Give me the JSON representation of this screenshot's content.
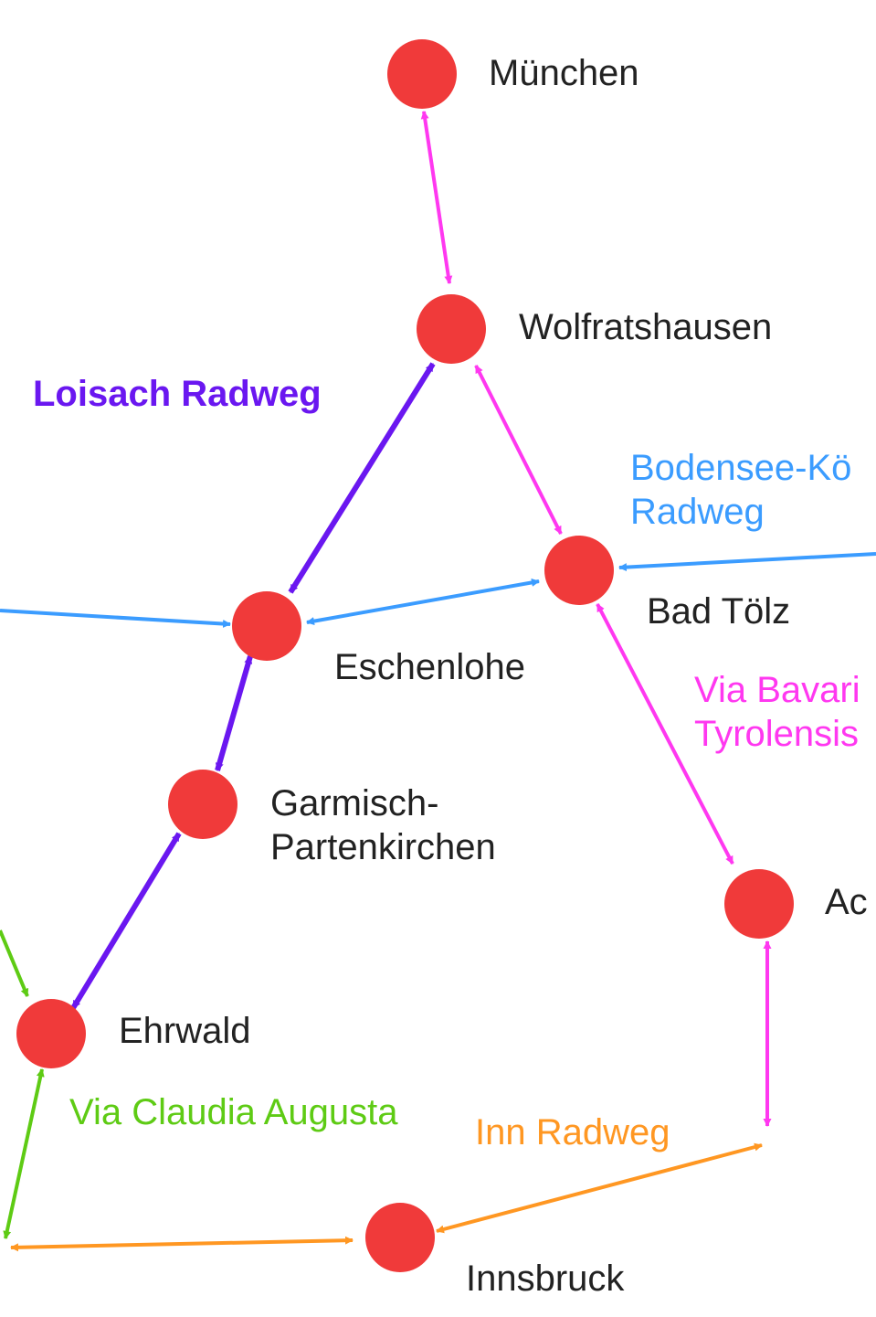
{
  "colors": {
    "node": "#f03a3a",
    "loisach": "#6a17f0",
    "via_bavarica": "#ff38f0",
    "bodensee": "#3b9cff",
    "via_claudia": "#5ecb14",
    "inn": "#ff9722",
    "city_text": "#222222"
  },
  "nodes": {
    "muenchen": "München",
    "wolfratshausen": "Wolfratshausen",
    "bad_toelz": "Bad Tölz",
    "eschenlohe": "Eschenlohe",
    "garmisch_line1": "Garmisch-",
    "garmisch_line2": "Partenkirchen",
    "ac": "Ac",
    "ehrwald": "Ehrwald",
    "innsbruck": "Innsbruck"
  },
  "routes": {
    "loisach": "Loisach Radweg",
    "bodensee_line1": "Bodensee-Kö",
    "bodensee_line2": "Radweg",
    "via_bavarica_line1": "Via Bavari",
    "via_bavarica_line2": "Tyrolensis",
    "via_claudia": "Via Claudia Augusta",
    "inn": "Inn Radweg"
  }
}
